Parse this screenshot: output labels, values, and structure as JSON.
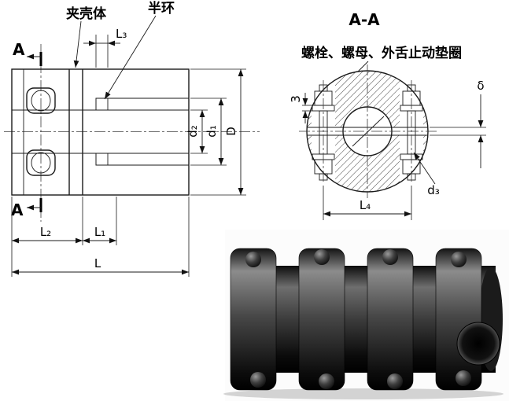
{
  "left_view": {
    "label_clamp_shell": "夹壳体",
    "label_half_ring": "半环",
    "section_letter": "A",
    "dims": {
      "L3": "L₃",
      "d2": "d₂",
      "d1": "d₁",
      "D": "D",
      "L2": "L₂",
      "L1": "L₁",
      "L": "L"
    }
  },
  "section_view": {
    "title": "A-A",
    "callout": "螺栓、螺母、外舌止动垫圈",
    "dims": {
      "washer": "3",
      "gap": "δ",
      "d3": "d₃",
      "L4": "L₄"
    }
  }
}
